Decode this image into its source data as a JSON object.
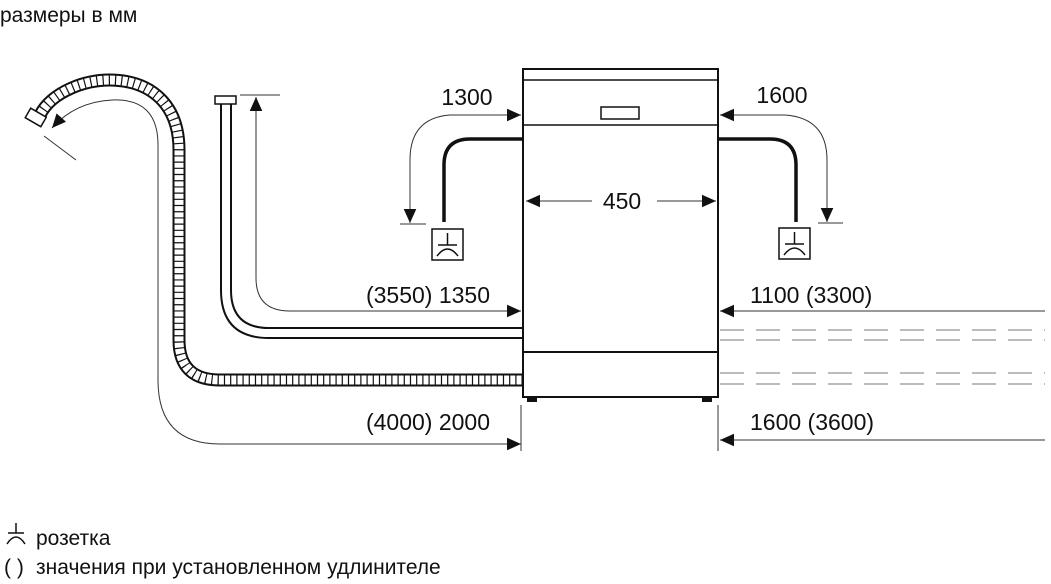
{
  "title": "размеры в мм",
  "dimensions": {
    "cord_left": "1300",
    "cord_right": "1600",
    "width": "450",
    "inlet_left": "(3550) 1350",
    "inlet_right": "1100 (3300)",
    "drain_left": "(4000) 2000",
    "drain_right": "1600 (3600)"
  },
  "legend": {
    "socket_label": "розетка",
    "socket_icon": "socket-icon",
    "parentheses_symbol": "( )",
    "parentheses_label": "значения при установленном удлинителе"
  }
}
